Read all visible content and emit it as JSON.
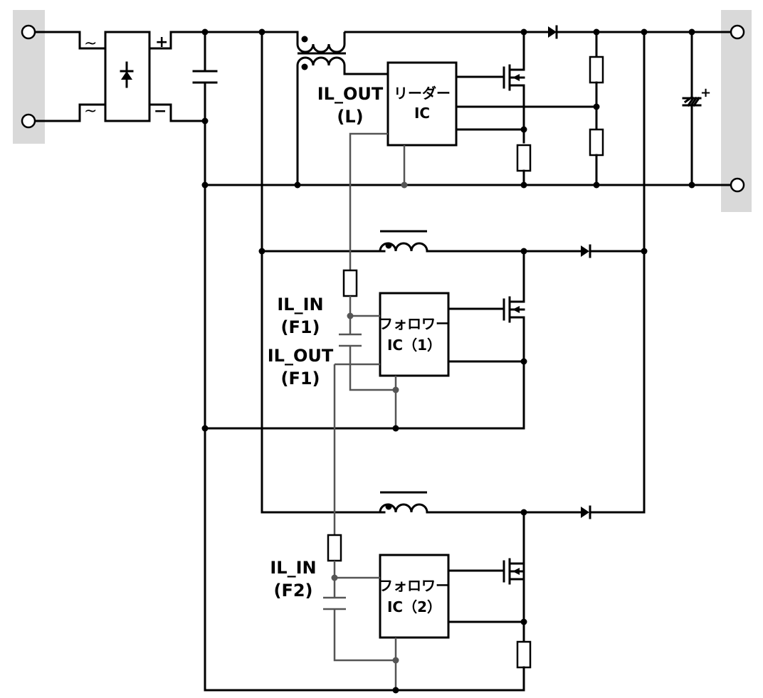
{
  "rectifier": {
    "ac_top": "~",
    "ac_bottom": "~",
    "dc_plus": "+",
    "dc_minus": "−"
  },
  "leader": {
    "label_line1": "リーダー",
    "label_line2": "IC"
  },
  "follower1": {
    "label_line1": "フォロワー",
    "label_line2": "IC（1）"
  },
  "follower2": {
    "label_line1": "フォロワー",
    "label_line2": "IC（2）"
  },
  "annotations": {
    "il_out_l_1": "IL_OUT",
    "il_out_l_2": "(L)",
    "il_in_f1_1": "IL_IN",
    "il_in_f1_2": "(F1)",
    "il_out_f1_1": "IL_OUT",
    "il_out_f1_2": "(F1)",
    "il_in_f2_1": "IL_IN",
    "il_in_f2_2": "(F2)"
  },
  "output_capacitor_polarity": "+"
}
